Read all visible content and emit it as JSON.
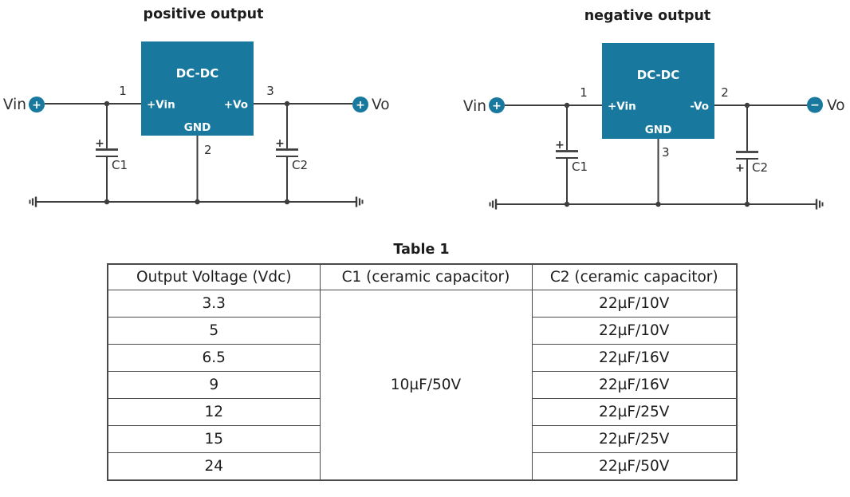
{
  "colors": {
    "accent_teal": "#19789d",
    "wire": "#3d3d3d",
    "text": "#1d1d1d"
  },
  "diagrams": {
    "positive": {
      "title": "positive output",
      "input_label": "Vin",
      "input_polarity": "+",
      "output_label": "Vo",
      "output_polarity": "+",
      "block": {
        "name": "DC-DC",
        "pin_in": "+Vin",
        "pin_out": "+Vo",
        "pin_gnd": "GND"
      },
      "pins": {
        "in": "1",
        "gnd": "2",
        "out": "3"
      },
      "cap_in": {
        "label": "C1",
        "polarity": "+"
      },
      "cap_out": {
        "label": "C2",
        "polarity": "+"
      }
    },
    "negative": {
      "title": "negative output",
      "input_label": "Vin",
      "input_polarity": "+",
      "output_label": "Vo",
      "output_polarity": "−",
      "block": {
        "name": "DC-DC",
        "pin_in": "+Vin",
        "pin_out": "-Vo",
        "pin_gnd": "GND"
      },
      "pins": {
        "in": "1",
        "out": "2",
        "gnd": "3"
      },
      "cap_in": {
        "label": "C1",
        "polarity": "+"
      },
      "cap_out": {
        "label": "C2",
        "polarity": "+"
      }
    }
  },
  "table1": {
    "title": "Table 1",
    "headers": [
      "Output Voltage (Vdc)",
      "C1 (ceramic capacitor)",
      "C2 (ceramic capacitor)"
    ],
    "c1_value": "10µF/50V",
    "rows": [
      {
        "output_voltage": "3.3",
        "c2": "22µF/10V"
      },
      {
        "output_voltage": "5",
        "c2": "22µF/10V"
      },
      {
        "output_voltage": "6.5",
        "c2": "22µF/16V"
      },
      {
        "output_voltage": "9",
        "c2": "22µF/16V"
      },
      {
        "output_voltage": "12",
        "c2": "22µF/25V"
      },
      {
        "output_voltage": "15",
        "c2": "22µF/25V"
      },
      {
        "output_voltage": "24",
        "c2": "22µF/50V"
      }
    ]
  }
}
